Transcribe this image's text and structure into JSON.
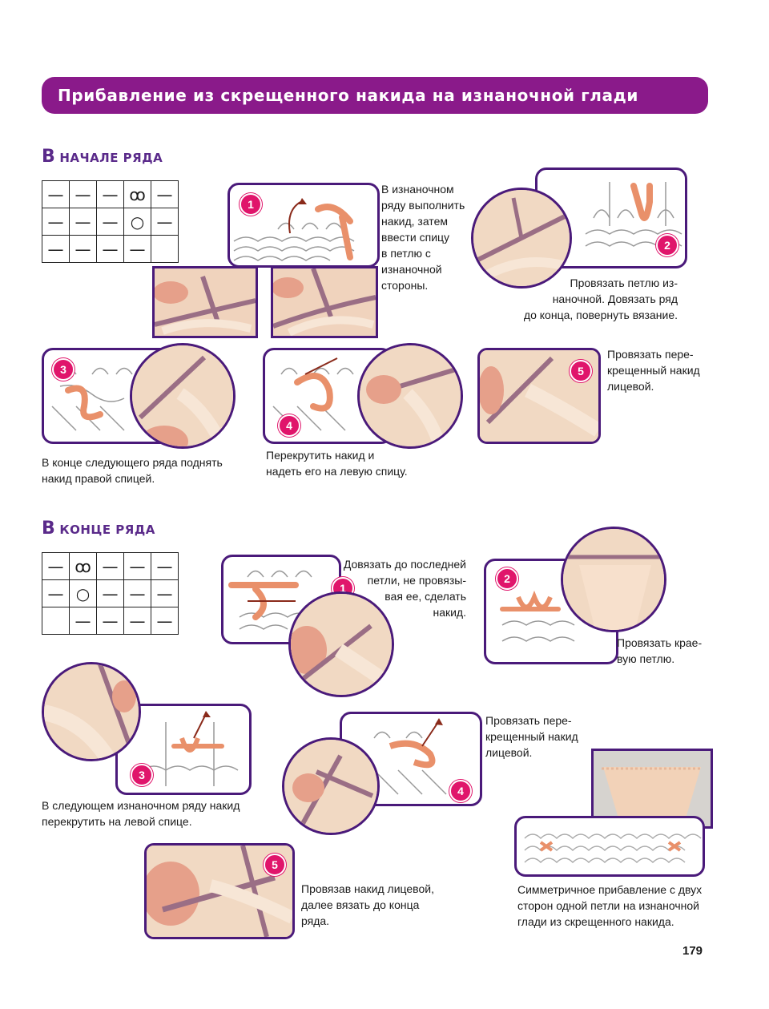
{
  "header": {
    "title": "Прибавление из скрещенного накида на изнаночной глади"
  },
  "colors": {
    "banner": "#8a1a8a",
    "frame": "#4a1a7a",
    "badge": "#e0156b",
    "yarn": "#f2d2b8",
    "accent_yarn": "#e9906a",
    "needle": "#9a6e85"
  },
  "section1": {
    "title_big": "В",
    "title_small": "НАЧАЛЕ РЯДА",
    "chart_symbols": [
      "—",
      "○",
      "ꝏ"
    ],
    "steps": [
      {
        "num": "1",
        "caption": [
          "В изнаночном",
          "ряду выполнить",
          "накид, затем",
          "ввести спицу",
          "в петлю с",
          "изнаночной",
          "стороны."
        ]
      },
      {
        "num": "2",
        "caption": [
          "Провязать петлю из-",
          "наночной. Довязать ряд",
          "до конца, повернуть вязание."
        ]
      },
      {
        "num": "3",
        "caption": [
          "В конце следующего ряда поднять",
          "накид правой спицей."
        ]
      },
      {
        "num": "4",
        "caption": [
          "Перекрутить накид и",
          "надеть его на левую спицу."
        ]
      },
      {
        "num": "5",
        "caption": [
          "Провязать пере-",
          "крещенный накид",
          "лицевой."
        ]
      }
    ]
  },
  "section2": {
    "title_big": "В",
    "title_small": "КОНЦЕ РЯДА",
    "steps": [
      {
        "num": "1",
        "caption": [
          "Довязать до последней",
          "петли, не провязы-",
          "вая ее, сделать",
          "накид."
        ]
      },
      {
        "num": "2",
        "caption": [
          "Провязать крае-",
          "вую петлю."
        ]
      },
      {
        "num": "3",
        "caption": [
          "В следующем изнаночном ряду накид",
          "перекрутить на левой спице."
        ]
      },
      {
        "num": "4",
        "caption": [
          "Провязать пере-",
          "крещенный накид",
          "лицевой."
        ]
      },
      {
        "num": "5",
        "caption": [
          "Провязав накид лицевой,",
          "далее вязать до конца",
          "ряда."
        ]
      }
    ],
    "final_caption": [
      "Симметричное прибавление с двух",
      "сторон одной петли на изнаночной",
      "глади из скрещенного накида."
    ]
  },
  "page_number": "179"
}
